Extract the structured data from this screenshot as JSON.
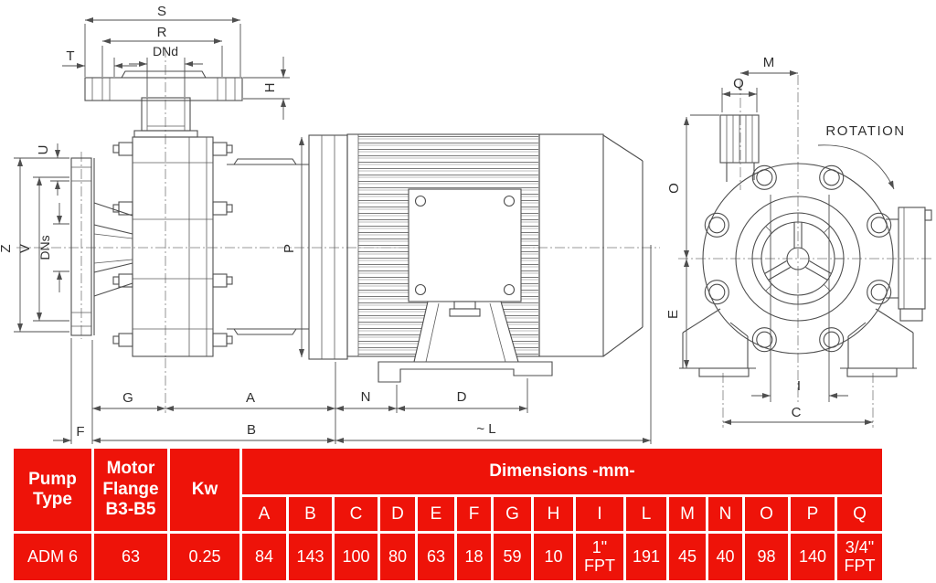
{
  "drawing": {
    "side_view": {
      "labels": {
        "s": "S",
        "r": "R",
        "t": "T",
        "dnd": "DNd",
        "h": "H",
        "u": "U",
        "z": "Z",
        "v": "V",
        "dns": "DNs",
        "p": "P",
        "g": "G",
        "a": "A",
        "n": "N",
        "d": "D",
        "f": "F",
        "b": "B",
        "l": "~ L"
      }
    },
    "front_view": {
      "labels": {
        "m": "M",
        "q": "Q",
        "o": "O",
        "e": "E",
        "i": "I",
        "c": "C"
      },
      "rotation_label": "ROTATION"
    }
  },
  "table": {
    "accent_color": "#ee1309",
    "text_color": "#ffffff",
    "col1_header": "Pump Type",
    "col2_header": "Motor Flange B3-B5",
    "col3_header": "Kw",
    "dimensions_header": "Dimensions -mm-",
    "dimension_columns": [
      "A",
      "B",
      "C",
      "D",
      "E",
      "F",
      "G",
      "H",
      "I",
      "L",
      "M",
      "N",
      "O",
      "P",
      "Q"
    ],
    "rows": [
      {
        "pump_type": "ADM 6",
        "motor_flange": "63",
        "kw": "0.25",
        "values": [
          "84",
          "143",
          "100",
          "80",
          "63",
          "18",
          "59",
          "10",
          "1\" FPT",
          "191",
          "45",
          "40",
          "98",
          "140",
          "3/4\" FPT"
        ]
      }
    ]
  }
}
